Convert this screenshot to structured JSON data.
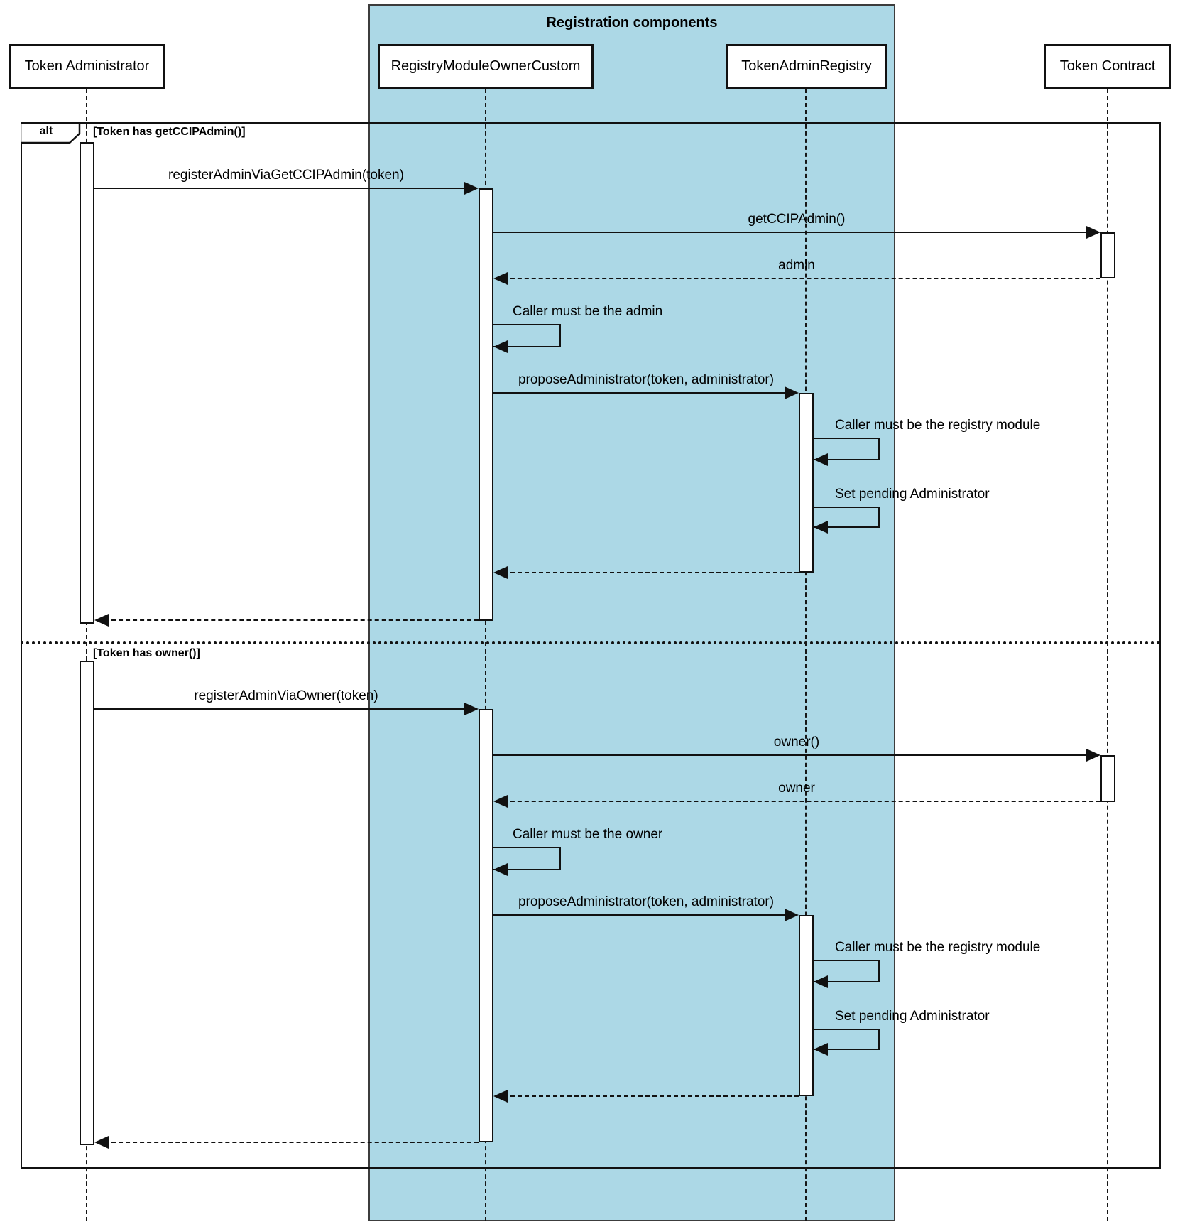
{
  "diagram": {
    "type": "uml-sequence",
    "container": {
      "title": "Registration components",
      "fill_color": "#ACD8E6",
      "border_color": "#3C3C3C"
    },
    "frame": {
      "operator": "alt",
      "guard_top": "[Token has getCCIPAdmin()]",
      "guard_bottom": "[Token has owner()]"
    },
    "participants": [
      {
        "name": "Token Administrator"
      },
      {
        "name": "RegistryModuleOwnerCustom"
      },
      {
        "name": "TokenAdminRegistry"
      },
      {
        "name": "Token Contract"
      }
    ],
    "branches": [
      {
        "guard": "[Token has getCCIPAdmin()]",
        "messages": [
          {
            "label": "registerAdminViaGetCCIPAdmin(token)",
            "from": "Token Administrator",
            "to": "RegistryModuleOwnerCustom",
            "kind": "call"
          },
          {
            "label": "getCCIPAdmin()",
            "from": "RegistryModuleOwnerCustom",
            "to": "Token Contract",
            "kind": "call"
          },
          {
            "label": "admin",
            "from": "Token Contract",
            "to": "RegistryModuleOwnerCustom",
            "kind": "return"
          },
          {
            "label": "Caller must be the admin",
            "from": "RegistryModuleOwnerCustom",
            "to": "RegistryModuleOwnerCustom",
            "kind": "self"
          },
          {
            "label": "proposeAdministrator(token, administrator)",
            "from": "RegistryModuleOwnerCustom",
            "to": "TokenAdminRegistry",
            "kind": "call"
          },
          {
            "label": "Caller must be the registry module",
            "from": "TokenAdminRegistry",
            "to": "TokenAdminRegistry",
            "kind": "self"
          },
          {
            "label": "Set pending Administrator",
            "from": "TokenAdminRegistry",
            "to": "TokenAdminRegistry",
            "kind": "self"
          },
          {
            "label": "",
            "from": "TokenAdminRegistry",
            "to": "RegistryModuleOwnerCustom",
            "kind": "return"
          },
          {
            "label": "",
            "from": "RegistryModuleOwnerCustom",
            "to": "Token Administrator",
            "kind": "return"
          }
        ]
      },
      {
        "guard": "[Token has owner()]",
        "messages": [
          {
            "label": "registerAdminViaOwner(token)",
            "from": "Token Administrator",
            "to": "RegistryModuleOwnerCustom",
            "kind": "call"
          },
          {
            "label": "owner()",
            "from": "RegistryModuleOwnerCustom",
            "to": "Token Contract",
            "kind": "call"
          },
          {
            "label": "owner",
            "from": "Token Contract",
            "to": "RegistryModuleOwnerCustom",
            "kind": "return"
          },
          {
            "label": "Caller must be the owner",
            "from": "RegistryModuleOwnerCustom",
            "to": "RegistryModuleOwnerCustom",
            "kind": "self"
          },
          {
            "label": "proposeAdministrator(token, administrator)",
            "from": "RegistryModuleOwnerCustom",
            "to": "TokenAdminRegistry",
            "kind": "call"
          },
          {
            "label": "Caller must be the registry module",
            "from": "TokenAdminRegistry",
            "to": "TokenAdminRegistry",
            "kind": "self"
          },
          {
            "label": "Set pending Administrator",
            "from": "TokenAdminRegistry",
            "to": "TokenAdminRegistry",
            "kind": "self"
          },
          {
            "label": "",
            "from": "TokenAdminRegistry",
            "to": "RegistryModuleOwnerCustom",
            "kind": "return"
          },
          {
            "label": "",
            "from": "RegistryModuleOwnerCustom",
            "to": "Token Administrator",
            "kind": "return"
          }
        ]
      }
    ]
  }
}
